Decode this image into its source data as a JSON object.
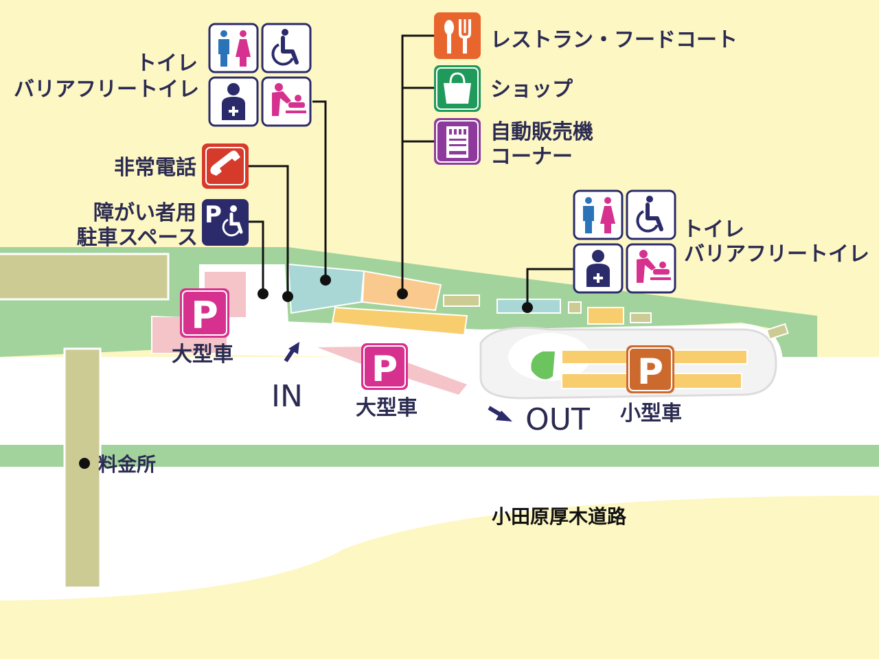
{
  "facilities": {
    "toilet_left": {
      "label_line1": "トイレ",
      "label_line2": "バリアフリートイレ"
    },
    "toilet_right": {
      "label_line1": "トイレ",
      "label_line2": "バリアフリートイレ"
    },
    "emergency_phone": {
      "label": "非常電話"
    },
    "accessible_parking": {
      "label_line1": "障がい者用",
      "label_line2": "駐車スペース"
    },
    "restaurant": {
      "label": "レストラン・フードコート"
    },
    "shop": {
      "label": "ショップ"
    },
    "vending": {
      "label_line1": "自動販売機",
      "label_line2": "コーナー"
    }
  },
  "parking": {
    "large_left": {
      "sign": "P",
      "label": "大型車"
    },
    "large_center": {
      "sign": "P",
      "label": "大型車"
    },
    "small": {
      "sign": "P",
      "label": "小型車"
    }
  },
  "directions": {
    "entry": "IN",
    "exit": "OUT"
  },
  "places": {
    "toll_gate": "料金所",
    "road": "小田原厚木道路"
  },
  "colors": {
    "background": "#fdf7c3",
    "green_area": "#a3d39c",
    "road": "#ffffff",
    "large_vehicle_parking": "#f4c4c8",
    "small_vehicle_parking": "#f8cd6e",
    "restaurant_building": "#f9c98e",
    "toilet_building": "#a9d7d6",
    "icon_navy": "#2b2b6b",
    "icon_orange": "#e8662e",
    "icon_green": "#1f9a5b",
    "icon_purple": "#8e3a9d",
    "icon_red": "#d63a2b",
    "parking_magenta": "#d6318e",
    "parking_orange": "#cc6a2e"
  },
  "icons": [
    "toilet-icon",
    "wheelchair-icon",
    "ostomate-icon",
    "baby-changing-icon",
    "phone-icon",
    "accessible-parking-icon",
    "restaurant-icon",
    "shop-icon",
    "vending-machine-icon",
    "parking-icon"
  ]
}
